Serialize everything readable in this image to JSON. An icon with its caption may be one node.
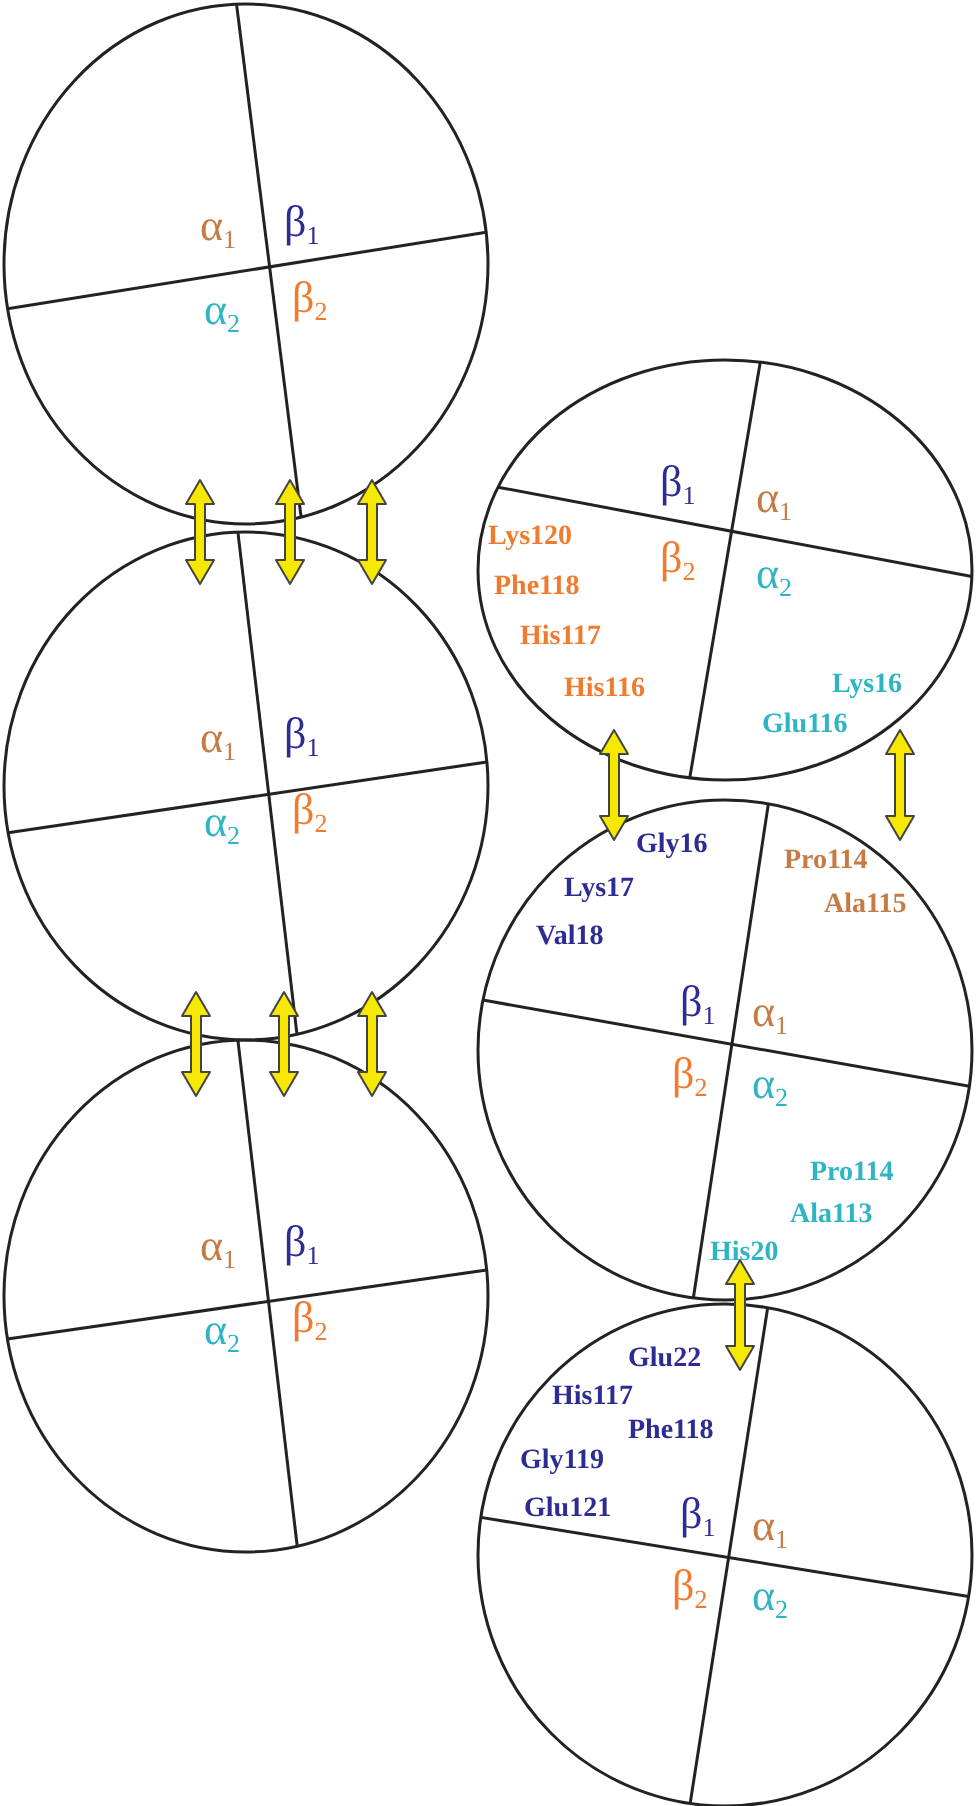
{
  "diagram": {
    "nodes": [
      {
        "text": [
          "α$_{1}$",
          "β$_{1}$",
          "α$_{2}$",
          "β$_{2}$"
        ]
      },
      {
        "text": [
          "α$_{1}$",
          "β$_{1}$",
          "α$_{2}$",
          "β$_{2}$"
        ]
      },
      {
        "text": [
          "α$_{1}$",
          "β$_{1}$",
          "α$_{2}$",
          "β$_{2}$"
        ]
      },
      {
        "text": [
          "β$_{1}$",
          "α$_{1}$",
          "β$_{2}$",
          "α$_{2}$",
          "Lys120",
          "Phe118",
          "His117",
          "His116",
          "Lys16",
          "Glu116"
        ]
      },
      {
        "text": [
          "Gly16",
          "Pro114",
          "Lys17",
          "Ala115",
          "Val18",
          "β$_{1}$",
          "α$_{1}$",
          "β$_{2}$",
          "α$_{2}$",
          "Pro114",
          "Ala113",
          "His20"
        ]
      },
      {
        "text": [
          "Glu22",
          "His117",
          "Phe118",
          "Gly119",
          "Glu121",
          "β$_{1}$",
          "α$_{1}$",
          "β$_{2}$",
          "α$_{2}$"
        ]
      }
    ],
    "edges": [
      {
        "from": 0,
        "to": 1,
        "arrow": "both"
      },
      {
        "from": 0,
        "to": 1,
        "arrow": "both"
      },
      {
        "from": 0,
        "to": 1,
        "arrow": "both"
      },
      {
        "from": 1,
        "to": 2,
        "arrow": "both"
      },
      {
        "from": 1,
        "to": 2,
        "arrow": "both"
      },
      {
        "from": 1,
        "to": 2,
        "arrow": "both"
      },
      {
        "from": 3,
        "to": 4,
        "arrow": "both"
      },
      {
        "from": 3,
        "to": 4,
        "arrow": "both"
      },
      {
        "from": 4,
        "to": 5,
        "arrow": "both"
      }
    ]
  }
}
